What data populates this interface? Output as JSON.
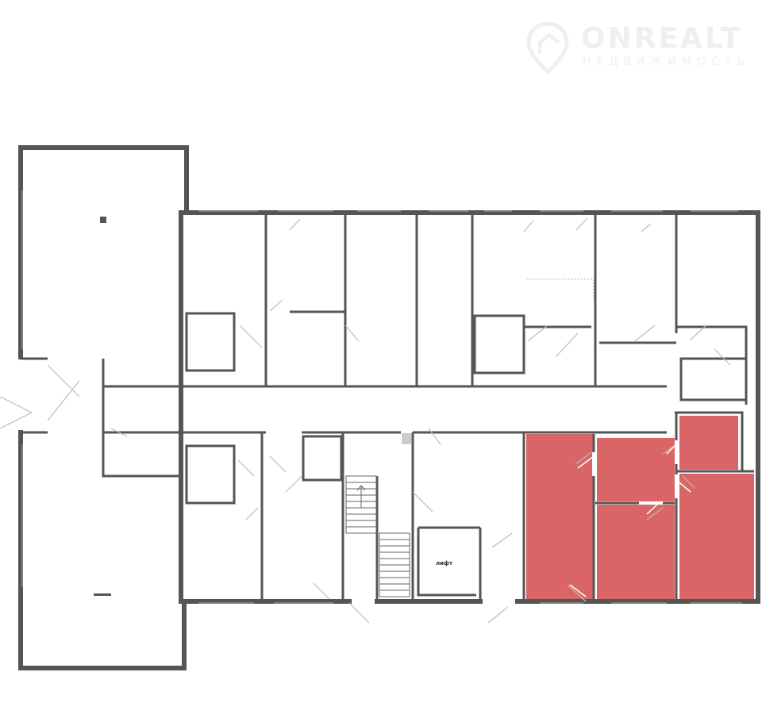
{
  "watermark": {
    "brand": "ONREALT",
    "subtitle": "недвижимость"
  },
  "labels": {
    "elevator": "лифт"
  },
  "colors": {
    "highlight": "#d96566",
    "wall": "#555555"
  },
  "highlighted_unit": {
    "rooms": 5
  }
}
